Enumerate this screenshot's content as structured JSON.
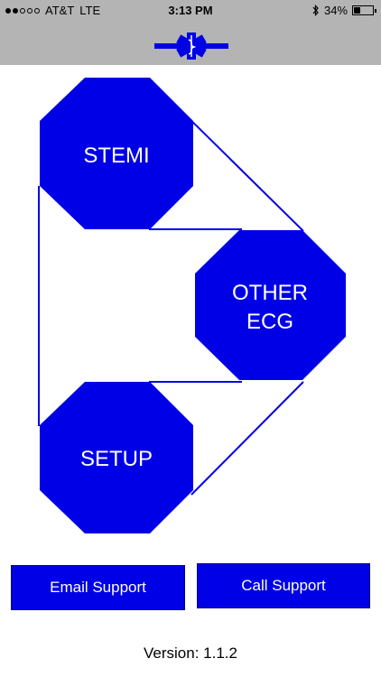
{
  "status_bar": {
    "carrier": "AT&T",
    "network": "LTE",
    "time": "3:13 PM",
    "battery_percent": "34%",
    "battery_level": 0.34,
    "signal_filled": 2,
    "signal_total": 5
  },
  "header": {
    "logo_icon": "star-of-life-icon"
  },
  "menu": {
    "stemi_label": "STEMI",
    "other_label_line1": "OTHER",
    "other_label_line2": "ECG",
    "setup_label": "SETUP"
  },
  "buttons": {
    "email_label": "Email Support",
    "call_label": "Call Support"
  },
  "footer": {
    "version": "Version: 1.1.2"
  },
  "colors": {
    "accent": "#0000e6",
    "bar": "#b4b4b4"
  }
}
